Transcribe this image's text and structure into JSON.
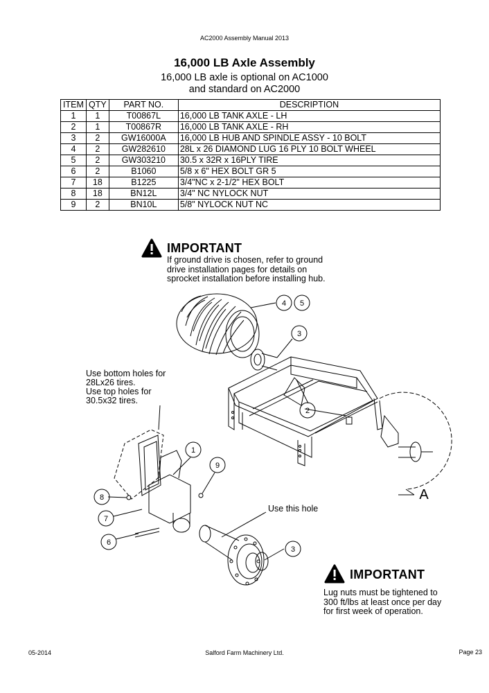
{
  "header": {
    "text": "AC2000 Assembly Manual 2013"
  },
  "title": "16,000 LB Axle Assembly",
  "subtitle": [
    "16,000 LB axle is optional on AC1000",
    "and standard on AC2000"
  ],
  "table": {
    "headers": [
      "ITEM",
      "QTY",
      "PART NO.",
      "DESCRIPTION"
    ],
    "rows": [
      [
        "1",
        "1",
        "T00867L",
        "16,000 LB TANK AXLE - LH"
      ],
      [
        "2",
        "1",
        "T00867R",
        "16,000 LB TANK AXLE - RH"
      ],
      [
        "3",
        "2",
        "GW16000A",
        "16,000 LB HUB AND SPINDLE ASSY - 10 BOLT"
      ],
      [
        "4",
        "2",
        "GW282610",
        "28L x 26 DIAMOND LUG 16 PLY 10 BOLT WHEEL"
      ],
      [
        "5",
        "2",
        "GW303210",
        "30.5 x 32R x 16PLY TIRE"
      ],
      [
        "6",
        "2",
        "B1060",
        "5/8 x 6\" HEX BOLT GR 5"
      ],
      [
        "7",
        "18",
        "B1225",
        "3/4\"NC x 2-1/2\" HEX BOLT"
      ],
      [
        "8",
        "18",
        "BN12L",
        "3/4\" NC NYLOCK NUT"
      ],
      [
        "9",
        "2",
        "BN10L",
        "5/8\" NYLOCK NUT NC"
      ]
    ]
  },
  "important_top": {
    "title": "IMPORTANT",
    "lines": [
      "If ground drive is chosen, refer to ground",
      "drive installation pages for details on",
      "sprocket installation before installing hub."
    ]
  },
  "hole_note": {
    "lines": [
      "Use bottom holes for",
      "28Lx26 tires.",
      "Use top holes for",
      "30.5x32 tires."
    ]
  },
  "use_this_hole": "Use this hole",
  "detail_label": "A",
  "callouts": {
    "c1": "1",
    "c2": "2",
    "c3a": "3",
    "c3b": "3",
    "c4": "4",
    "c5": "5",
    "c6": "6",
    "c7": "7",
    "c8": "8",
    "c9": "9"
  },
  "important_bottom": {
    "title": "IMPORTANT",
    "lines": [
      "Lug nuts must be tightened to",
      "300 ft/lbs at least once per day",
      "for first week of operation."
    ]
  },
  "footer": {
    "left": "05-2014",
    "center": "Salford Farm Machinery Ltd.",
    "right": "Page 23"
  }
}
